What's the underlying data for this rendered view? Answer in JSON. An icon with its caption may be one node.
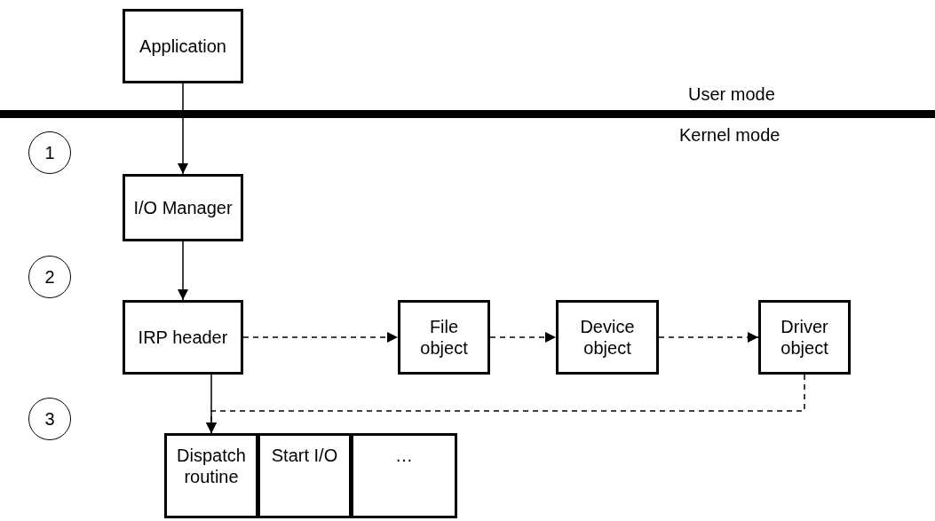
{
  "diagram": {
    "nodes": [
      {
        "text": [
          "Application"
        ]
      },
      {
        "text": [
          "1"
        ]
      },
      {
        "text": [
          "I/O Manager"
        ]
      },
      {
        "text": [
          "2"
        ]
      },
      {
        "text": [
          "IRP header"
        ]
      },
      {
        "text": [
          "File object"
        ]
      },
      {
        "text": [
          "Device object"
        ]
      },
      {
        "text": [
          "Driver object"
        ]
      },
      {
        "text": [
          "3"
        ]
      },
      {
        "text": [
          "Dispatch routine"
        ]
      },
      {
        "text": [
          "Start I/O"
        ]
      },
      {
        "text": [
          "…"
        ]
      }
    ],
    "edges": [
      {
        "from": 0,
        "to": 2,
        "arrow": "to"
      },
      {
        "from": 2,
        "to": 4,
        "arrow": "to"
      },
      {
        "from": 4,
        "to": 5,
        "arrow": "to",
        "style": "dashed"
      },
      {
        "from": 5,
        "to": 6,
        "arrow": "to",
        "style": "dashed"
      },
      {
        "from": 6,
        "to": 7,
        "arrow": "to",
        "style": "dashed"
      },
      {
        "from": 7,
        "to": 9,
        "arrow": "to",
        "style": "dashed"
      },
      {
        "from": 4,
        "to": 9,
        "arrow": "to"
      }
    ],
    "labels": [
      "User mode",
      "Kernel mode"
    ]
  }
}
